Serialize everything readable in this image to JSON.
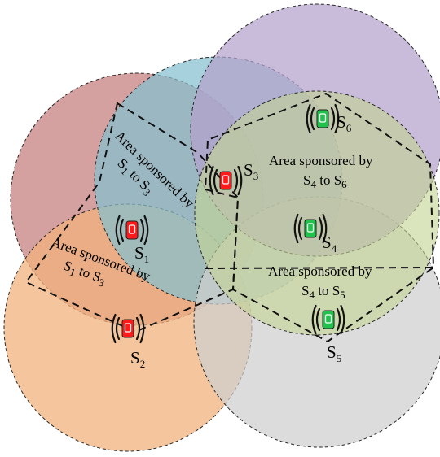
{
  "colors": {
    "coverage_s1": "#c98585",
    "coverage_s2": "#f2b27c",
    "coverage_s3": "#85bfcf",
    "coverage_s4": "#c4d395",
    "coverage_s5": "#cfcfcf",
    "coverage_s6": "#b4a2cc",
    "sponsored_device": "#ff1a1a",
    "other_device": "#22c04c"
  },
  "stations": [
    {
      "id": "S1",
      "letter": "S",
      "sub": "1",
      "status": "red",
      "icon": "smartphone-wifi-icon"
    },
    {
      "id": "S2",
      "letter": "S",
      "sub": "2",
      "status": "red",
      "icon": "smartphone-wifi-icon"
    },
    {
      "id": "S3",
      "letter": "S",
      "sub": "3",
      "status": "red",
      "icon": "smartphone-wifi-icon"
    },
    {
      "id": "S4",
      "letter": "S",
      "sub": "4",
      "status": "green",
      "icon": "smartphone-wifi-icon"
    },
    {
      "id": "S5",
      "letter": "S",
      "sub": "5",
      "status": "green",
      "icon": "smartphone-wifi-icon"
    },
    {
      "id": "S6",
      "letter": "S",
      "sub": "6",
      "status": "green",
      "icon": "smartphone-wifi-icon"
    }
  ],
  "areas": {
    "a13_rot": {
      "text": "Area sponsored by",
      "sub_a": "1",
      "mid": " to S",
      "sub_b": "3"
    },
    "a13_low": {
      "text": "Area sponsored by",
      "sub_a": "1",
      "mid": " to S",
      "sub_b": "3"
    },
    "a46": {
      "text": "Area sponsored by",
      "sub_a": "4",
      "mid": " to S",
      "sub_b": "6"
    },
    "a45": {
      "text": "Area sponsored by",
      "sub_a": "4",
      "mid": " to S",
      "sub_b": "5"
    }
  }
}
